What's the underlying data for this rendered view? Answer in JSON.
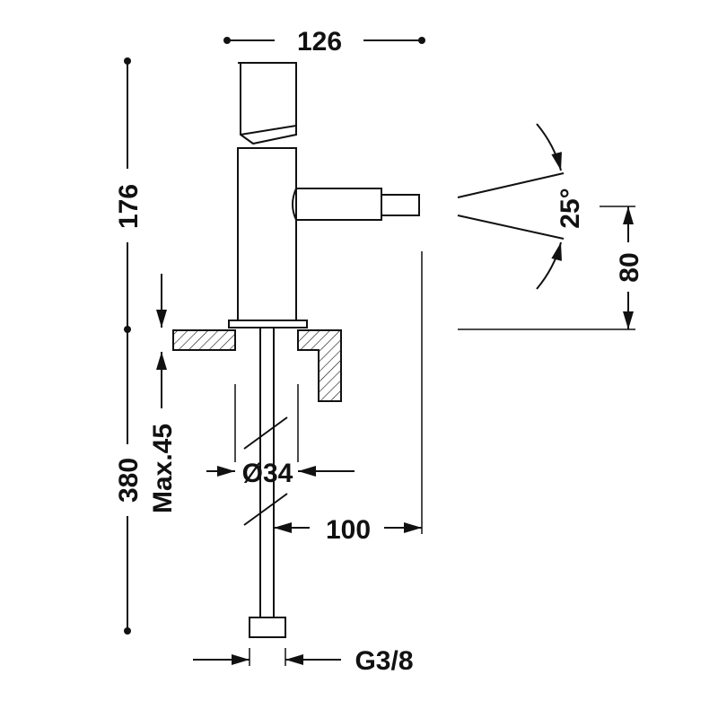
{
  "dimensions": {
    "width_top": "126",
    "height_upper": "176",
    "height_lower": "380",
    "max_thickness": "Max.45",
    "diameter": "Ø34",
    "spout_reach": "100",
    "connection": "G3/8",
    "angle": "25°",
    "spout_height": "80"
  },
  "colors": {
    "line": "#111111",
    "background": "#ffffff"
  }
}
